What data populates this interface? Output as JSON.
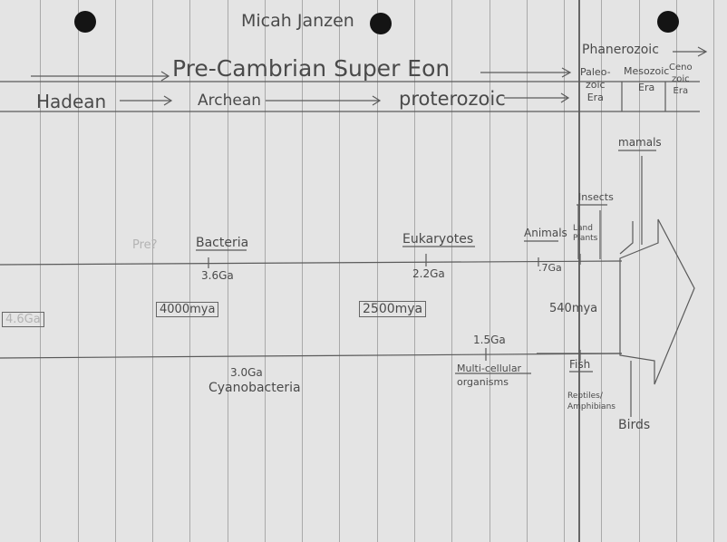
{
  "author": "Micah Janzen",
  "eons": {
    "precambrian": "Pre-Cambrian Super Eon",
    "phanerozoic": "Phanerozoic"
  },
  "divisions": {
    "hadean": "Hadean",
    "archean": "Archean",
    "proterozoic": "proterozoic",
    "paleozoic": [
      "Paleo-",
      "zoic",
      "Era"
    ],
    "mesozoic": [
      "Mesozoic",
      "Era"
    ],
    "cenozoic": [
      "Ceno",
      "zoic",
      "Era"
    ]
  },
  "upper_events": {
    "first_life": "Pre?",
    "bacteria": "Bacteria",
    "bacteria_date": "3.6Ga",
    "eukaryotes": "Eukaryotes",
    "eukaryotes_date": "2.2Ga",
    "animals": "Animals",
    "animals_date": ".7Ga",
    "insects": "Insects",
    "land_plants": [
      "Land",
      "Plants"
    ],
    "mammals": "mamals"
  },
  "middle_dates": {
    "earth_age": "4.6Ga",
    "archean_start": "4000mya",
    "proterozoic_start": "2500mya",
    "phanerozoic_start": "540mya"
  },
  "lower_events": {
    "cyanobacteria_date": "3.0Ga",
    "cyanobacteria": "Cyanobacteria",
    "multicellular_date": "1.5Ga",
    "multicellular": [
      "Multi-cellular",
      "organisms"
    ],
    "fish": "Fish",
    "reptiles_amphibians": [
      "Reptiles/",
      "Amphibians"
    ],
    "birds": "Birds"
  }
}
